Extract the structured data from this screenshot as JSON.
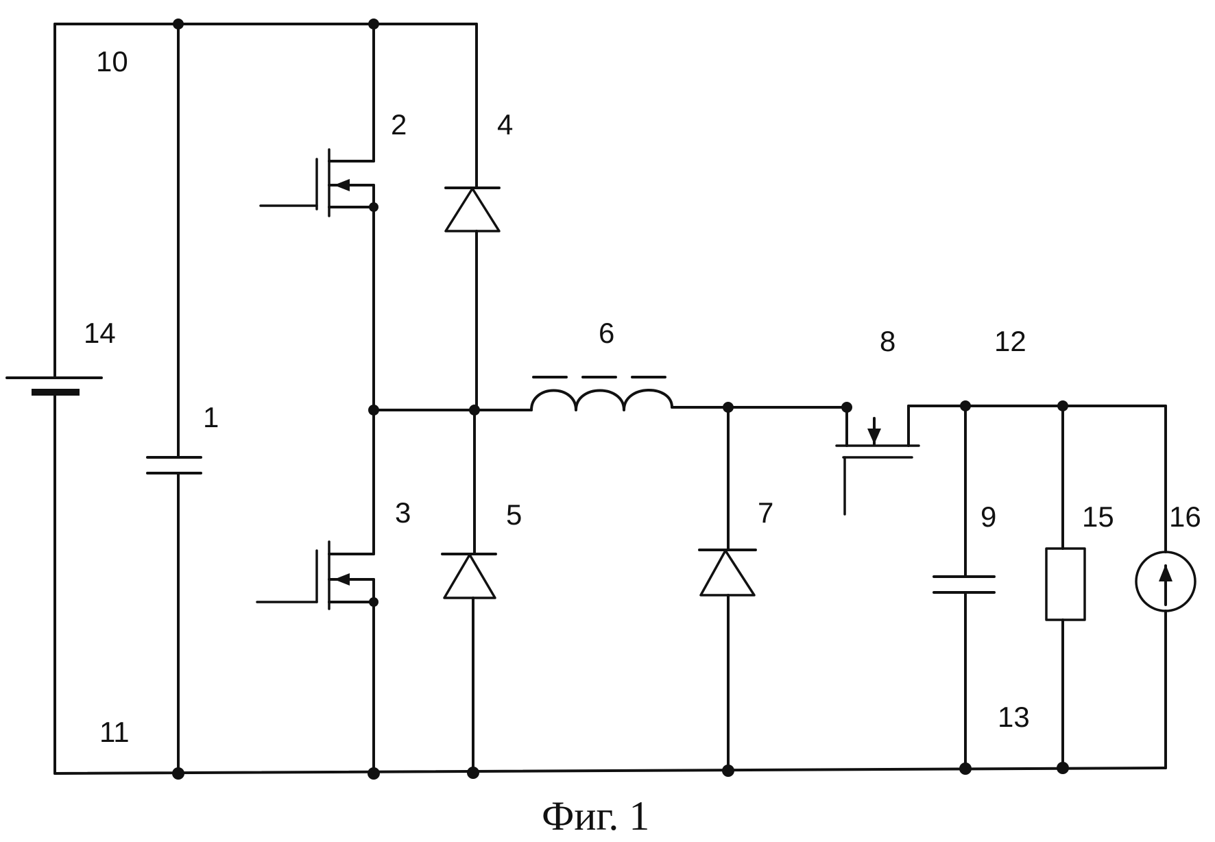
{
  "labels": {
    "n1": "1",
    "n2": "2",
    "n3": "3",
    "n4": "4",
    "n5": "5",
    "n6": "6",
    "n7": "7",
    "n8": "8",
    "n9": "9",
    "n10": "10",
    "n11": "11",
    "n12": "12",
    "n13": "13",
    "n14": "14",
    "n15": "15",
    "n16": "16"
  },
  "caption": "Фиг. 1"
}
